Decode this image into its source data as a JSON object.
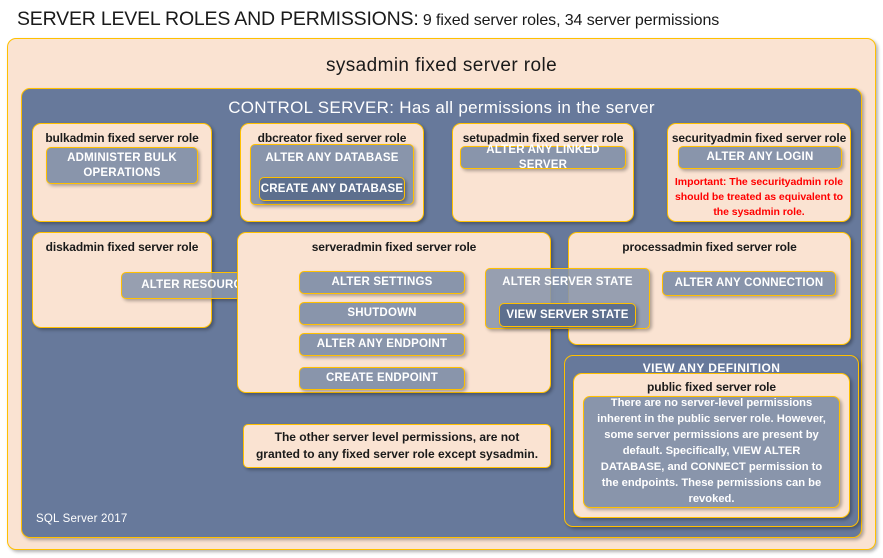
{
  "title": {
    "strong": "SERVER LEVEL ROLES AND PERMISSIONS:",
    "rest": " 9 fixed server roles, 34 server permissions"
  },
  "colors": {
    "cream": "#fae3d2",
    "gold_border": "#ffc000",
    "slate": "#67799b",
    "permission": "#8995ab",
    "permission_dark": "#5d6f8e",
    "warning_red": "#ff0000",
    "text": "#1a1a1a",
    "white": "#ffffff"
  },
  "sysadmin": {
    "label": "sysadmin fixed server role"
  },
  "control_server": {
    "label": "CONTROL SERVER: Has all permissions in the server"
  },
  "roles": {
    "bulkadmin": {
      "label": "bulkadmin fixed server role",
      "permissions": [
        "ADMINISTER  BULK OPERATIONS"
      ]
    },
    "dbcreator": {
      "label": "dbcreator fixed server role",
      "permissions": [
        "ALTER ANY DATABASE",
        "CREATE  ANY DATABASE"
      ]
    },
    "setupadmin": {
      "label": "setupadmin fixed server role",
      "permissions": [
        "ALTER ANY LINKED SERVER"
      ]
    },
    "securityadmin": {
      "label": "securityadmin fixed server role",
      "permissions": [
        "ALTER ANY LOGIN"
      ],
      "warning": "Important:  The securityadmin role should  be treated as equivalent to the  sysadmin role."
    },
    "diskadmin": {
      "label": "diskadmin fixed server role",
      "permissions": [
        "ALTER RESOURCES"
      ]
    },
    "serveradmin": {
      "label": "serveradmin fixed server role",
      "permissions": [
        "ALTER SETTINGS",
        "SHUTDOWN",
        "ALTER ANY ENDPOINT",
        "CREATE  ENDPOINT",
        "ALTER SERVER  STATE",
        "VIEW SERVER  STATE"
      ]
    },
    "processadmin": {
      "label": "processadmin fixed server role",
      "permissions": [
        "ALTER ANY CONNECTION"
      ]
    },
    "public": {
      "label": "public  fixed server role",
      "header": "VIEW ANY DEFINITION",
      "body": "There are no server-level permissions inherent in the public server role. However, some server permissions are present by default. Specifically, VIEW ALTER DATABASE, and CONNECT permission to the endpoints. These permissions can be revoked."
    }
  },
  "permissions": {
    "administer_bulk_operations": "ADMINISTER  BULK OPERATIONS",
    "alter_any_database": "ALTER ANY DATABASE",
    "create_any_database": "CREATE  ANY DATABASE",
    "alter_any_linked_server": "ALTER ANY LINKED SERVER",
    "alter_any_login": "ALTER ANY LOGIN",
    "alter_resources": "ALTER RESOURCES",
    "alter_settings": "ALTER SETTINGS",
    "shutdown": "SHUTDOWN",
    "alter_any_endpoint": "ALTER ANY ENDPOINT",
    "create_endpoint": "CREATE  ENDPOINT",
    "alter_server_state": "ALTER SERVER  STATE",
    "view_server_state": "VIEW SERVER  STATE",
    "alter_any_connection": "ALTER ANY CONNECTION"
  },
  "note": "The other server level permissions, are not granted to any fixed server role except sysadmin.",
  "footer": "SQL Server 2017"
}
